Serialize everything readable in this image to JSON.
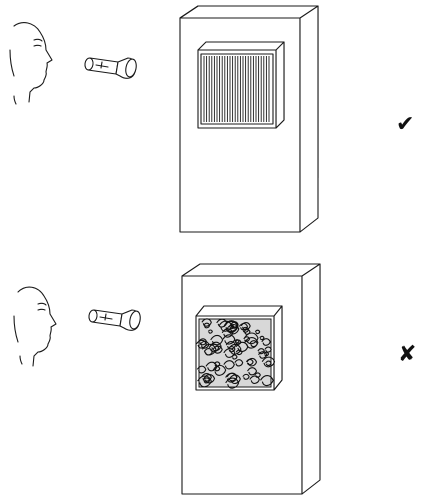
{
  "panels": [
    {
      "id": "clean",
      "status": "correct",
      "status_icon": "checkmark-icon",
      "status_glyph": "✔",
      "filter": "clean-filter"
    },
    {
      "id": "dirty",
      "status": "incorrect",
      "status_icon": "cross-icon",
      "status_glyph": "✘",
      "filter": "clogged-filter"
    }
  ],
  "colors": {
    "stroke": "#1a1a1a",
    "background": "#ffffff",
    "filter_fill": "#e8e8e8"
  }
}
